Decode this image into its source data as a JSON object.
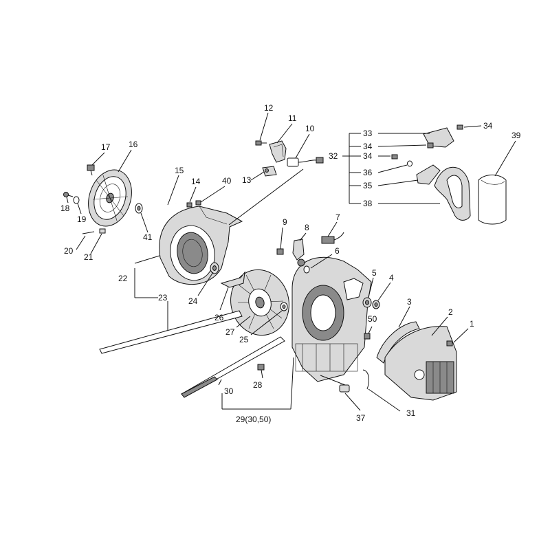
{
  "callouts": {
    "c1": "1",
    "c2": "2",
    "c3": "3",
    "c4": "4",
    "c5": "5",
    "c6": "6",
    "c7": "7",
    "c8": "8",
    "c9": "9",
    "c10": "10",
    "c11": "11",
    "c12": "12",
    "c13": "13",
    "c14": "14",
    "c15": "15",
    "c16": "16",
    "c17": "17",
    "c18": "18",
    "c19": "19",
    "c20": "20",
    "c21": "21",
    "c22": "22",
    "c23": "23",
    "c24": "24",
    "c25": "25",
    "c26": "26",
    "c27": "27",
    "c28": "28",
    "c29": "29(30,50)",
    "c30": "30",
    "c31": "31",
    "c32": "32",
    "c33": "33",
    "c34a": "34",
    "c34b": "34",
    "c34c": "34",
    "c35": "35",
    "c36": "36",
    "c37": "37",
    "c38": "38",
    "c39": "39",
    "c40": "40",
    "c41": "41",
    "c50": "50"
  }
}
